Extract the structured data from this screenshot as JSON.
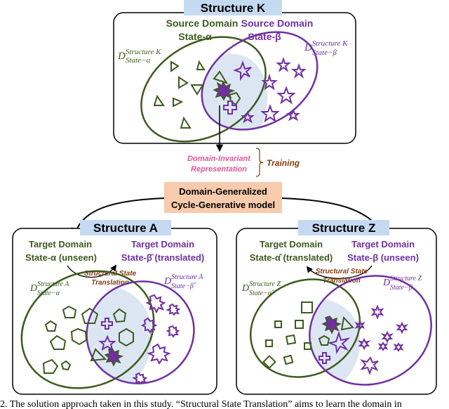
{
  "structure_k": {
    "title": "Structure K",
    "source_alpha_l1": "Source Domain",
    "source_alpha_l2": "State-α",
    "source_beta_l1": "Source Domain",
    "source_beta_l2": "State-β",
    "d_alpha_base": "D",
    "d_alpha_sup": "Structure K",
    "d_alpha_sub": "State−α",
    "d_beta_base": "D",
    "d_beta_sup": "Structure K",
    "d_beta_sub": "State−β"
  },
  "middle": {
    "dir_l1": "Domain-Invariant",
    "dir_l2": "Representation",
    "training": "Training",
    "model_l1": "Domain-Generalized",
    "model_l2": "Cycle-Generative model"
  },
  "structure_a": {
    "title": "Structure A",
    "target_alpha_l1": "Target Domain",
    "target_alpha_l2": "State-α (unseen)",
    "target_beta_l1": "Target Domain",
    "target_beta_l2": "State-β̂ (translated)",
    "sst_l1": "Structural State",
    "sst_l2": "Translation",
    "d_alpha_base": "D",
    "d_alpha_sup": "Structure A",
    "d_alpha_sub": "State−α",
    "d_beta_base": "D",
    "d_beta_sup": "Structure A",
    "d_beta_sub": "State−β̂"
  },
  "structure_z": {
    "title": "Structure Z",
    "target_alpha_l1": "Target Domain",
    "target_alpha_l2": "State-α̂ (translated)",
    "target_beta_l1": "Target Domain",
    "target_beta_l2": "State-β (unseen)",
    "sst_l1": "Structural State",
    "sst_l2": "Translation",
    "d_alpha_base": "D",
    "d_alpha_sup": "Structure Z",
    "d_alpha_sub": "State−α̂",
    "d_beta_base": "D",
    "d_beta_sup": "Structure Z",
    "d_beta_sub": "State−β"
  },
  "caption": "2. The solution approach taken in this study. “Structural State Translation” aims to learn the domain in",
  "colors": {
    "alpha_green": "#3d5a1e",
    "beta_purple": "#7030a0",
    "overlap_blue": "#dce6f2",
    "title_blue": "#c5d9f1",
    "model_orange": "#f8cbad",
    "dir_pink": "#e0569a",
    "brown": "#843c0c"
  }
}
